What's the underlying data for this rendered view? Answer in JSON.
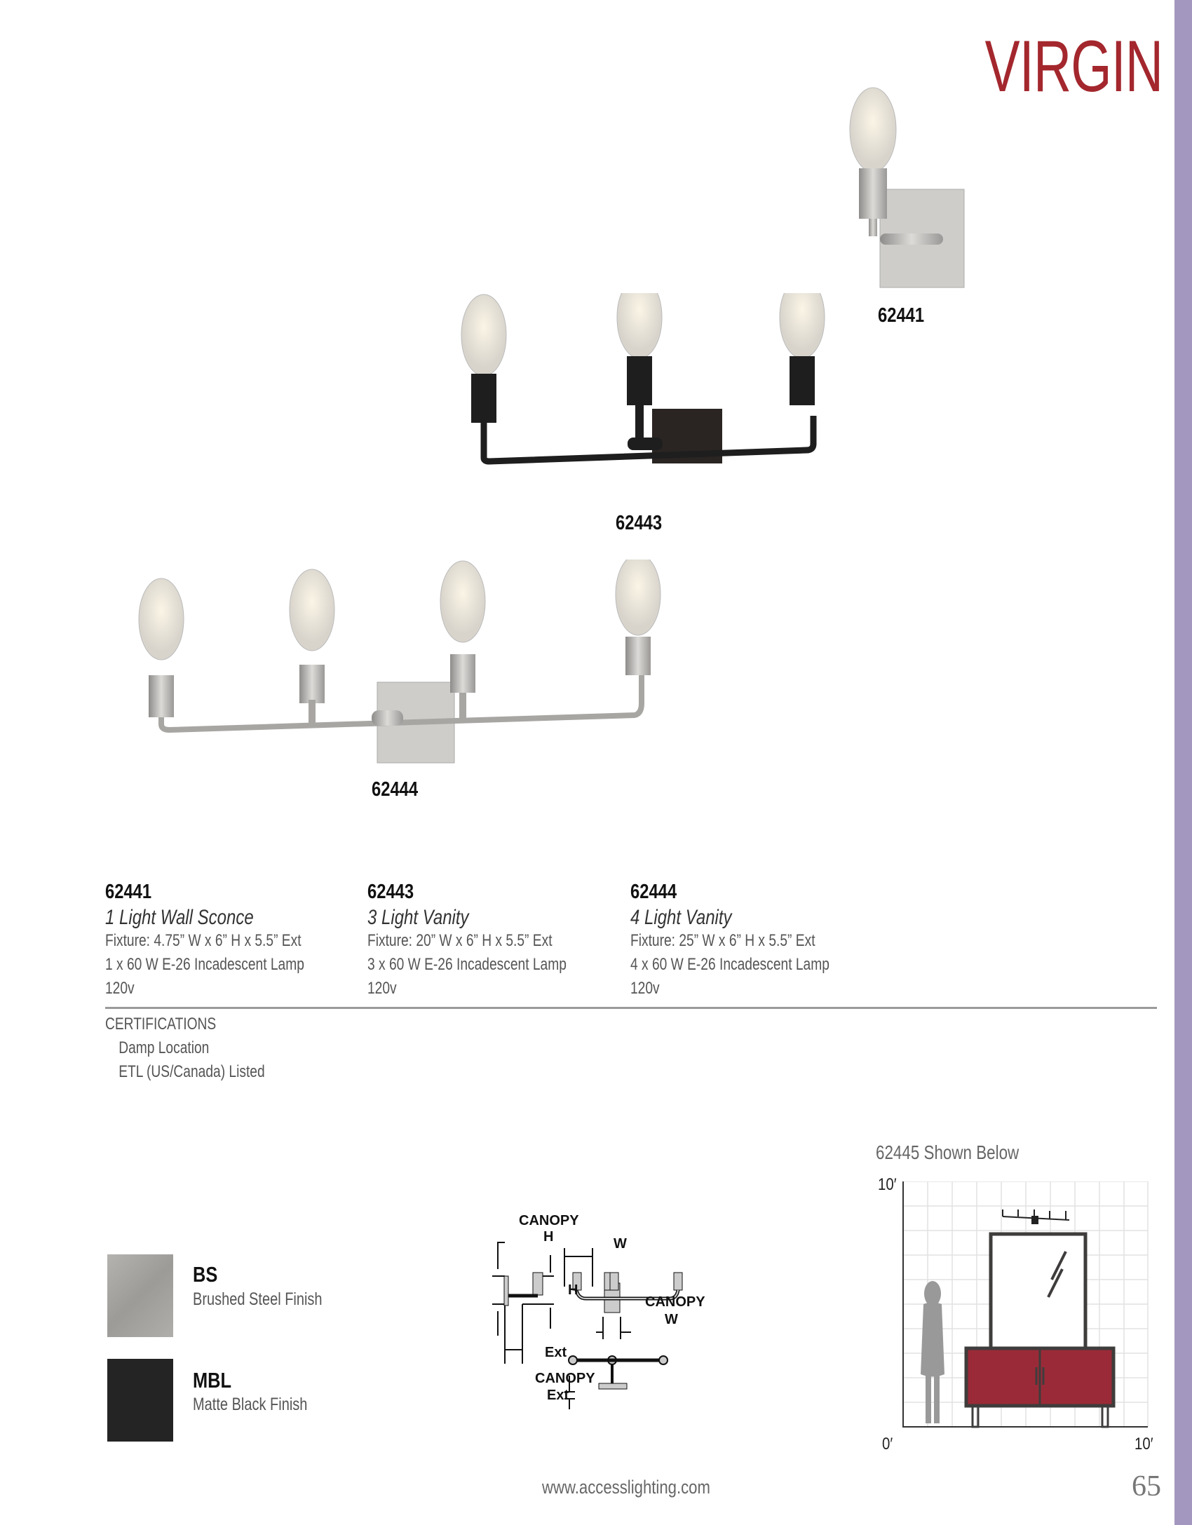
{
  "brand": {
    "title": "VIRGIN",
    "color": "#a3272d",
    "sidebar_color": "#a497bf"
  },
  "products_images": [
    {
      "sku": "62441",
      "finish": "brushed-steel"
    },
    {
      "sku": "62443",
      "finish": "matte-black"
    },
    {
      "sku": "62444",
      "finish": "brushed-steel"
    }
  ],
  "specs": [
    {
      "sku": "62441",
      "title": "1 Light Wall Sconce",
      "fixture": "Fixture: 4.75” W x 6” H x 5.5” Ext",
      "lamp": "1 x 60 W E-26 Incadescent Lamp",
      "voltage": "120v"
    },
    {
      "sku": "62443",
      "title": "3 Light Vanity",
      "fixture": "Fixture: 20” W x 6” H x 5.5” Ext",
      "lamp": "3 x 60 W E-26 Incadescent Lamp",
      "voltage": "120v"
    },
    {
      "sku": "62444",
      "title": "4 Light Vanity",
      "fixture": "Fixture: 25” W x 6” H x 5.5” Ext",
      "lamp": "4 x 60 W E-26 Incadescent Lamp",
      "voltage": "120v"
    }
  ],
  "certifications": {
    "heading": "CERTIFICATIONS",
    "items": [
      "Damp Location",
      "ETL (US/Canada) Listed"
    ]
  },
  "finishes": [
    {
      "code": "BS",
      "name": "Brushed Steel Finish",
      "color": "#a9a7a4"
    },
    {
      "code": "MBL",
      "name": "Matte Black Finish",
      "color": "#242424"
    }
  ],
  "dimension_diagram": {
    "canopy": "CANOPY",
    "h": "H",
    "w": "W",
    "ext": "Ext"
  },
  "scale_chart": {
    "title": "62445 Shown Below",
    "y_top": "10′",
    "x_start": "0′",
    "x_end": "10′",
    "vanity_color": "#9a2a37"
  },
  "footer": {
    "url": "www.accesslighting.com",
    "page": "65"
  }
}
